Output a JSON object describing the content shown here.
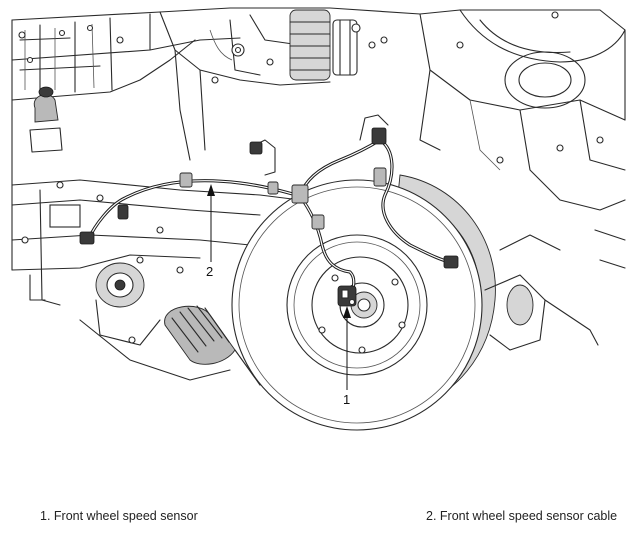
{
  "callouts": [
    {
      "number": "1"
    },
    {
      "number": "2"
    }
  ],
  "captions": [
    {
      "text": "1. Front wheel speed sensor"
    },
    {
      "text": "2. Front wheel speed sensor cable"
    }
  ]
}
